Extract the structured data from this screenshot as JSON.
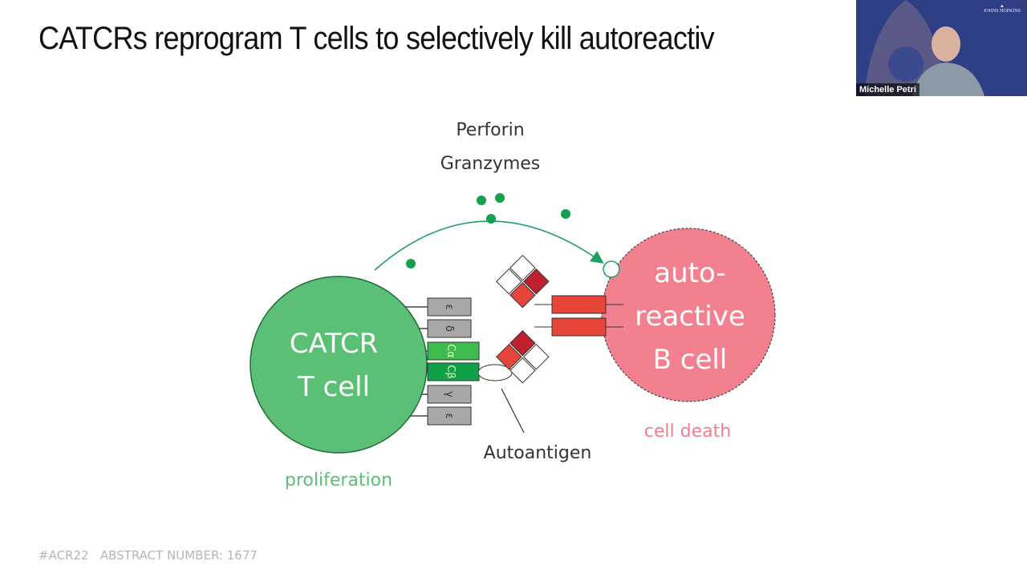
{
  "slide": {
    "title": "CATCRs reprogram T cells to selectively kill autoreactiv",
    "footer": "#ACR22   ABSTRACT NUMBER: 1677"
  },
  "diagram": {
    "perforin": "Perforin",
    "granzymes": "Granzymes",
    "t_cell_line1": "CATCR",
    "t_cell_line2": "T cell",
    "b_cell_line1": "auto-",
    "b_cell_line2": "reactive",
    "b_cell_line3": "B cell",
    "proliferation": "proliferation",
    "cell_death": "cell death",
    "autoantigen": "Autoantigen",
    "chains": [
      "ε",
      "δ",
      "Cα",
      "Cβ",
      "γ",
      "ε"
    ],
    "colors": {
      "t_cell": "#5bbf75",
      "b_cell": "#f2808f",
      "green_chain": "#2eb34a",
      "gray_chain": "#a8a8a8",
      "bcr_red": "#e8453a",
      "dark_red": "#c0202e",
      "proliferation": "#5bbf75",
      "cell_death": "#f0808f"
    }
  },
  "video": {
    "speaker_name": "Michelle Petri",
    "logo": "JOHNS HOPKINS MEDICINE"
  }
}
